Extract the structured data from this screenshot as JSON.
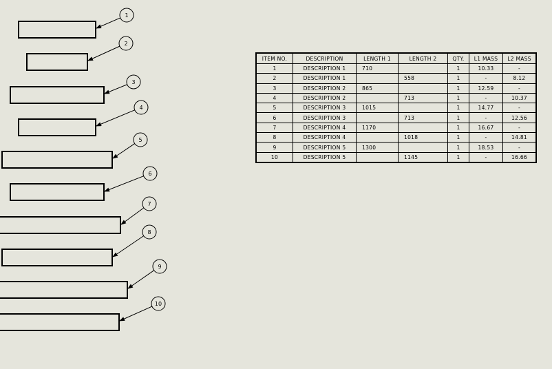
{
  "bom": {
    "headers": [
      "ITEM NO.",
      "DESCRIPTION",
      "LENGTH 1",
      "LENGTH 2",
      "QTY.",
      "L1 MASS",
      "L2 MASS"
    ],
    "rows": [
      [
        "1",
        "DESCRIPTION 1",
        "710",
        "",
        "1",
        "10.33",
        "-"
      ],
      [
        "2",
        "DESCRIPTION 1",
        "",
        "558",
        "1",
        "-",
        "8.12"
      ],
      [
        "3",
        "DESCRIPTION 2",
        "865",
        "",
        "1",
        "12.59",
        "-"
      ],
      [
        "4",
        "DESCRIPTION 2",
        "",
        "713",
        "1",
        "-",
        "10.37"
      ],
      [
        "5",
        "DESCRIPTION 3",
        "1015",
        "",
        "1",
        "14.77",
        "-"
      ],
      [
        "6",
        "DESCRIPTION 3",
        "",
        "713",
        "1",
        "-",
        "12.56"
      ],
      [
        "7",
        "DESCRIPTION 4",
        "1170",
        "",
        "1",
        "16.67",
        "-"
      ],
      [
        "8",
        "DESCRIPTION 4",
        "",
        "1018",
        "1",
        "-",
        "14.81"
      ],
      [
        "9",
        "DESCRIPTION 5",
        "1300",
        "",
        "1",
        "18.53",
        "-"
      ],
      [
        "10",
        "DESCRIPTION 5",
        "",
        "1145",
        "1",
        "-",
        "16.66"
      ]
    ]
  },
  "balloons": [
    "1",
    "2",
    "3",
    "4",
    "5",
    "6",
    "7",
    "8",
    "9",
    "10"
  ]
}
